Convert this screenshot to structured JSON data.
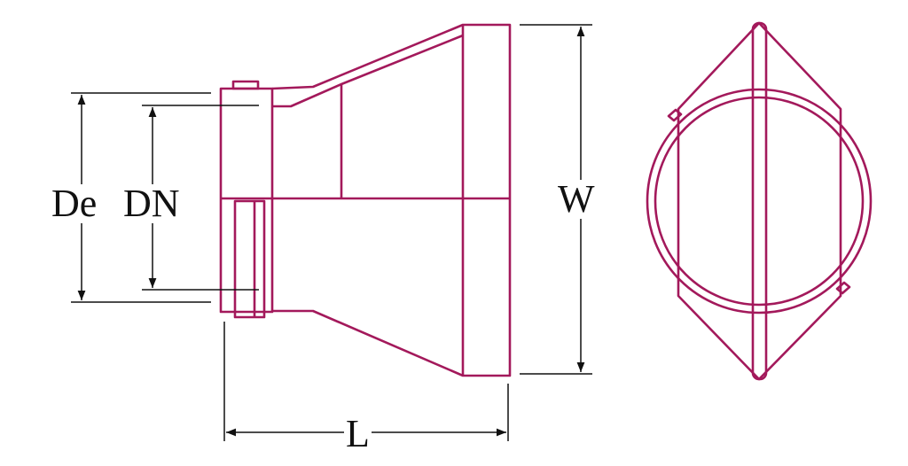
{
  "labels": {
    "de": "De",
    "dn": "DN",
    "w": "W",
    "l": "L"
  },
  "colors": {
    "part_stroke": "#a3195b",
    "dimension_stroke": "#111111",
    "label_text": "#111111",
    "background": "#ffffff"
  }
}
